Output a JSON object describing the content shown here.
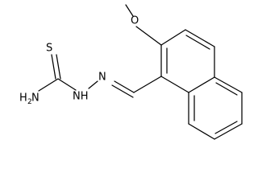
{
  "molecule": {
    "atoms": {
      "oxygen_methoxy": "O",
      "sulfur": "S",
      "amine_main": "H",
      "amine_sub": "2",
      "amine_n": "N",
      "hydrazine_nh": "NH",
      "imine_n": "N"
    },
    "colors": {
      "bond": "#000000",
      "text": "#000000",
      "background": "#ffffff"
    }
  }
}
